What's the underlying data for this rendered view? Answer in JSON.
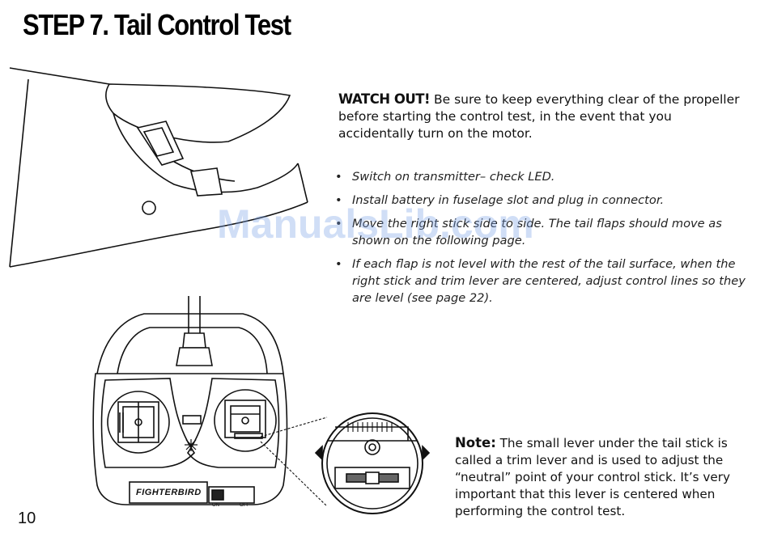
{
  "page": {
    "title": "STEP 7. Tail Control Test",
    "page_number": "10"
  },
  "warning": {
    "lead": "WATCH OUT!",
    "text": " Be sure to keep everything clear of the propeller before starting the control test, in the event that you accidentally turn on the motor."
  },
  "bullets": [
    "Switch on transmitter– check LED.",
    "Install battery in fuselage slot and plug in connector.",
    "Move the right stick side to side. The tail flaps should move as shown on the following page.",
    "If each flap is not level with the rest of the tail surface, when the right stick and trim lever are centered, adjust control lines so they are level (see page 22)."
  ],
  "note": {
    "lead": "Note:",
    "text": " The small lever under the tail stick is called a trim lever and is used to adjust the “neutral” point of your control stick. It’s very important that this lever is centered when performing the control test."
  },
  "transmitter": {
    "brand": "FIGHTERBIRD",
    "switch_on": "ON",
    "switch_off": "OFF"
  },
  "watermark": "ManualsLib.com"
}
